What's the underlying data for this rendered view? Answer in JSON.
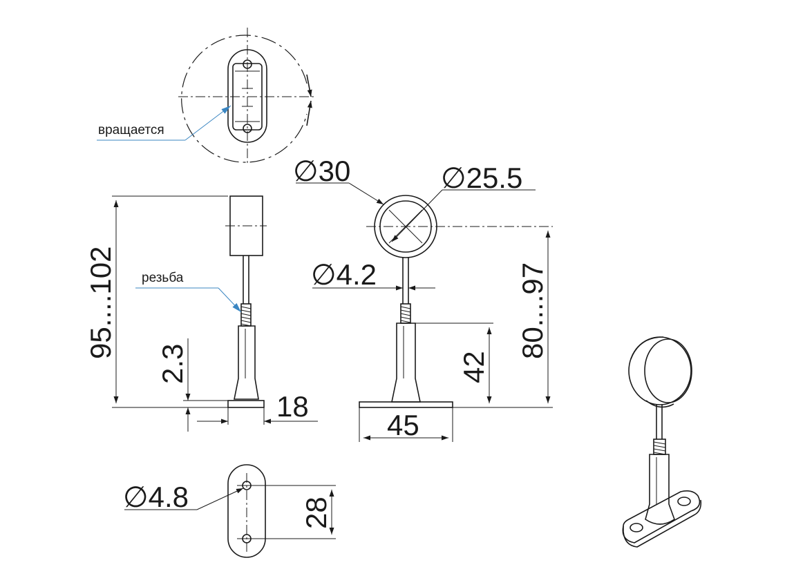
{
  "labels": {
    "rotates": "вращается",
    "thread": "резьба"
  },
  "dimensions": {
    "height_side": "95....102",
    "plate_thickness": "2.3",
    "plate_width_side": "18",
    "ring_outer_diameter": "∅30",
    "ring_inner_diameter": "∅25.5",
    "rod_diameter": "∅4.2",
    "socket_height": "42",
    "height_front": "80....97",
    "plate_length": "45",
    "hole_diameter": "∅4.8",
    "hole_spacing": "28"
  },
  "colors": {
    "line": "#1a1a1a",
    "leader": "#3a86c2"
  }
}
